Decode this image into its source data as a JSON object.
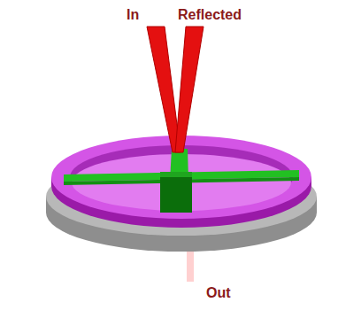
{
  "diagram": {
    "labels": [
      "In",
      "Reflected",
      "Out"
    ]
  }
}
